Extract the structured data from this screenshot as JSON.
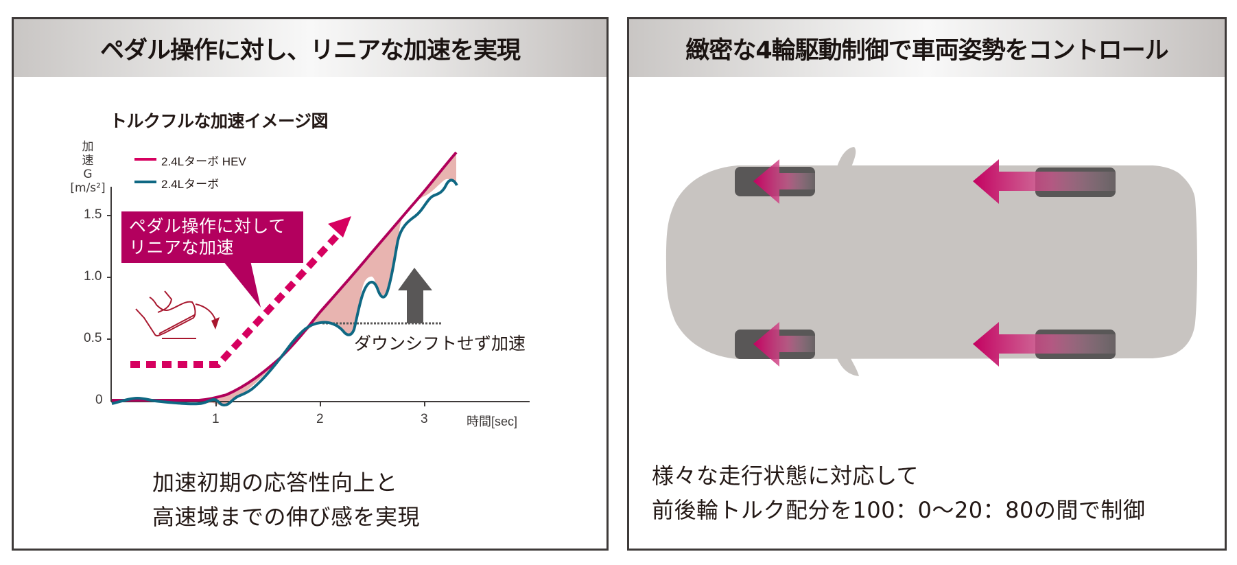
{
  "left_panel": {
    "title": "ペダル操作に対し、リニアな加速を実現",
    "chart_title": "トルクフルな加速イメージ図",
    "y_axis_label": [
      "加",
      "速",
      "G",
      "[m/s²]"
    ],
    "x_axis_label": "時間[sec]",
    "callout": [
      "ペダル操作に対して",
      "リニアな加速"
    ],
    "annotation": "ダウンシフトせず加速",
    "caption": [
      "加速初期の応答性向上と",
      "高速域までの伸び感を実現"
    ]
  },
  "right_panel": {
    "title": "緻密な4輪駆動制御で車両姿勢をコントロール",
    "caption": [
      "様々な走行状態に対応して",
      "前後輪トルク配分を100：0～20：80の間で制御"
    ]
  },
  "colors": {
    "hev_line": "#B0005A",
    "turbo_line": "#0F6883",
    "fill_gap": "#E8B4B0",
    "dashed_arrow": "#D6005F",
    "callout_bg": "#B3005E",
    "up_arrow": "#595757",
    "car_body": "#C8C4C1",
    "tire": "#595757",
    "header_gradient_edge": "#C9C6C4",
    "border": "#3E3A39"
  },
  "chart_data": {
    "type": "line",
    "title": "トルクフルな加速イメージ図",
    "xlabel": "時間[sec]",
    "ylabel": "加速G [m/s²]",
    "x_ticks": [
      "1",
      "2",
      "3"
    ],
    "y_ticks": [
      "0",
      "0.5",
      "1.0",
      "1.5"
    ],
    "xlim": [
      0,
      3.8
    ],
    "ylim": [
      0,
      1.8
    ],
    "legend_position": "top-left",
    "series": [
      {
        "name": "2.4Lターボ HEV",
        "color": "#B0005A",
        "x": [
          0,
          0.8,
          1.0,
          1.3,
          1.6,
          2.0,
          2.5,
          2.9,
          3.3
        ],
        "y": [
          0,
          0,
          0.03,
          0.13,
          0.36,
          0.72,
          1.19,
          1.58,
          2.01
        ]
      },
      {
        "name": "2.4Lターボ",
        "color": "#0F6883",
        "x": [
          0,
          0.25,
          0.45,
          0.8,
          0.92,
          1.0,
          1.07,
          1.2,
          1.36,
          1.56,
          1.82,
          2.0,
          2.15,
          2.25,
          2.35,
          2.42,
          2.52,
          2.62,
          2.72,
          2.78,
          2.94,
          3.07,
          3.17,
          3.24,
          3.3
        ],
        "y": [
          -0.02,
          0.02,
          0,
          -0.02,
          -0.02,
          0.01,
          -0.03,
          0.04,
          0.12,
          0.3,
          0.58,
          0.63,
          0.61,
          0.54,
          0.63,
          0.86,
          0.97,
          0.83,
          0.91,
          1.3,
          1.49,
          1.66,
          1.69,
          1.79,
          1.74
        ]
      }
    ],
    "annotations": [
      {
        "text": "ペダル操作に対してリニアな加速",
        "type": "callout with dashed arrow",
        "dashed_arrow_from": [
          0.2,
          0.3
        ],
        "dashed_arrow_to": [
          2.3,
          1.6
        ]
      },
      {
        "text": "ダウンシフトせず加速",
        "type": "up arrow with dotted reference line at y≈0.63",
        "x_range": [
          2.0,
          3.2
        ]
      }
    ]
  }
}
